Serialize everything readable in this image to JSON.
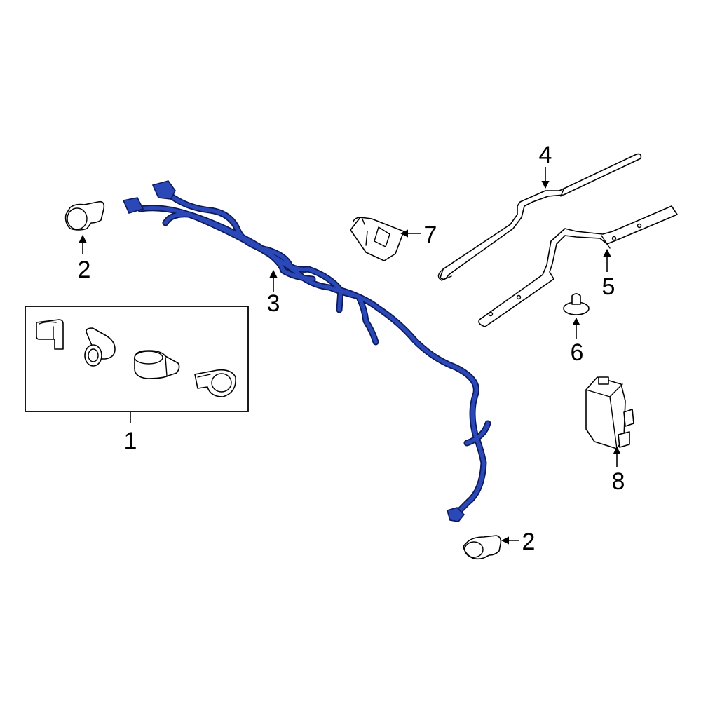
{
  "colors": {
    "highlight": "#2a48b8",
    "highlight_outline": "#0d1a5a",
    "line": "#000000",
    "background": "#ffffff"
  },
  "callouts": {
    "kit_box": "1",
    "sensor_left": "2",
    "sensor_right": "2",
    "harness": "3",
    "bracket_upper": "4",
    "bracket_lower": "5",
    "retainer": "6",
    "clip_bracket": "7",
    "module": "8"
  }
}
